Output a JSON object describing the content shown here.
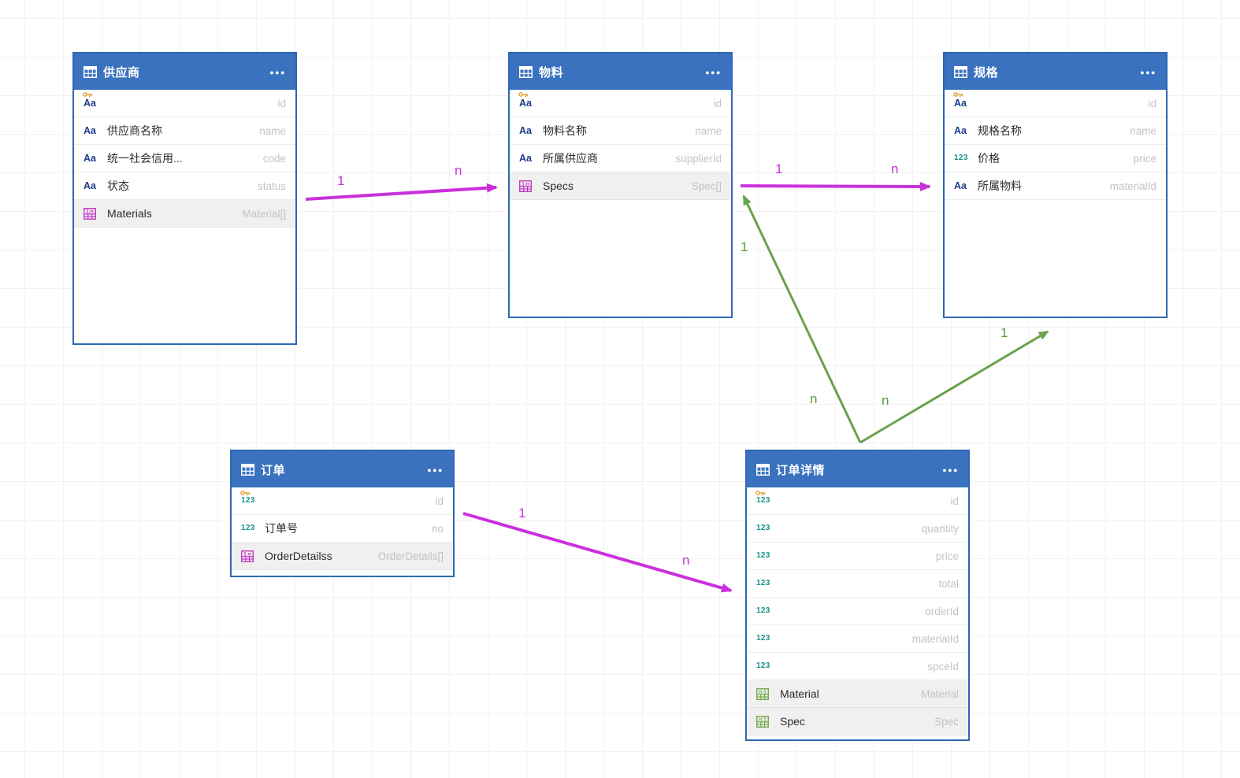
{
  "icons": {
    "ellipsis": "●●●",
    "text_type": "Aa",
    "number_type": "123",
    "rel_many": "1:n",
    "rel_one": "n:1"
  },
  "colors": {
    "header_bg": "#3a72c0",
    "table_border": "#2e68b4",
    "row_highlight": "#f0f0f0",
    "arrow_magenta": "#c930dc",
    "arrow_green": "#68a24b",
    "key_gold": "#e0a43c",
    "text_icon_navy": "#1d3b8b",
    "number_icon_teal": "#17918a",
    "relation_icon_magenta": "#bd29bd",
    "relation_icon_green": "#69a23b"
  },
  "tables": [
    {
      "title": "供应商",
      "fields": [
        {
          "label": "",
          "type": "id"
        },
        {
          "label": "供应商名称",
          "type": "name"
        },
        {
          "label": "统一社会信用...",
          "type": "code"
        },
        {
          "label": "状态",
          "type": "status"
        },
        {
          "label": "Materials",
          "type": "Material[]"
        }
      ]
    },
    {
      "title": "物料",
      "fields": [
        {
          "label": "",
          "type": "id"
        },
        {
          "label": "物料名称",
          "type": "name"
        },
        {
          "label": "所属供应商",
          "type": "supplierId"
        },
        {
          "label": "Specs",
          "type": "Spec[]"
        }
      ]
    },
    {
      "title": "规格",
      "fields": [
        {
          "label": "",
          "type": "id"
        },
        {
          "label": "规格名称",
          "type": "name"
        },
        {
          "label": "价格",
          "type": "price"
        },
        {
          "label": "所属物料",
          "type": "materialId"
        }
      ]
    },
    {
      "title": "订单",
      "fields": [
        {
          "label": "",
          "type": "id"
        },
        {
          "label": "订单号",
          "type": "no"
        },
        {
          "label": "OrderDetailss",
          "type": "OrderDetails[]"
        }
      ]
    },
    {
      "title": "订单详情",
      "fields": [
        {
          "label": "",
          "type": "id"
        },
        {
          "label": "",
          "type": "quantity"
        },
        {
          "label": "",
          "type": "price"
        },
        {
          "label": "",
          "type": "total"
        },
        {
          "label": "",
          "type": "orderId"
        },
        {
          "label": "",
          "type": "materialId"
        },
        {
          "label": "",
          "type": "spceId"
        },
        {
          "label": "Material",
          "type": "Material"
        },
        {
          "label": "Spec",
          "type": "Spec"
        }
      ]
    }
  ],
  "relations": [
    {
      "from": "供应商",
      "to": "物料",
      "from_label": "1",
      "to_label": "n",
      "color": "magenta"
    },
    {
      "from": "物料",
      "to": "规格",
      "from_label": "1",
      "to_label": "n",
      "color": "magenta"
    },
    {
      "from": "订单",
      "to": "订单详情",
      "from_label": "1",
      "to_label": "n",
      "color": "magenta"
    },
    {
      "from": "订单详情",
      "to": "物料",
      "from_label": "n",
      "to_label": "1",
      "color": "green"
    },
    {
      "from": "订单详情",
      "to": "规格",
      "from_label": "n",
      "to_label": "1",
      "color": "green"
    }
  ]
}
